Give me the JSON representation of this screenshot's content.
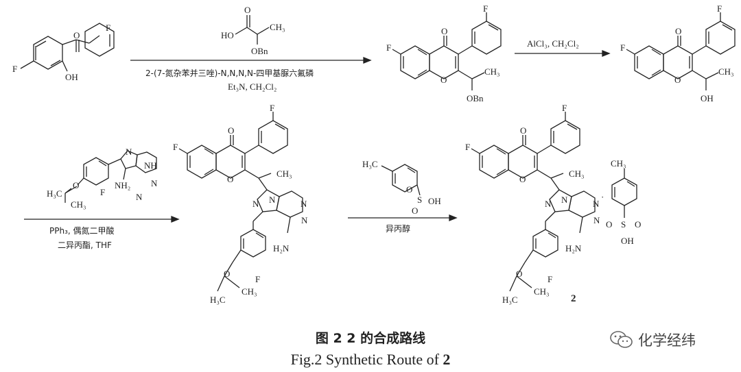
{
  "reactions": {
    "step1": {
      "reagent_label": "OBn",
      "conditions_line1": "2-(7-氮杂苯并三唑)-N,N,N,N-四甲基脲六氟磷",
      "conditions_line2": "Et₃N, CH₂Cl₂"
    },
    "step2": {
      "conditions": "AlCl₃, CH₂Cl₂"
    },
    "step3": {
      "conditions_line1": "PPh₃, 偶氮二甲酸",
      "conditions_line2": "二异丙酯, THF"
    },
    "step4": {
      "conditions": "异丙醇"
    }
  },
  "atom_labels": {
    "F": "F",
    "O": "O",
    "OH": "OH",
    "HO": "HO",
    "OBn": "OBn",
    "N": "N",
    "NH": "NH",
    "NH2": "NH₂",
    "H2N": "H₂N",
    "CH3": "CH₃",
    "H3C": "H₃C",
    "S": "S",
    "dot": "·"
  },
  "compound_number": "2",
  "caption": {
    "cn": "图 2   2 的合成路线",
    "en_prefix": "Fig.2   Synthetic Route of ",
    "en_bold": "2"
  },
  "watermark": {
    "text": "化学经纬",
    "icon": "wechat-icon"
  }
}
